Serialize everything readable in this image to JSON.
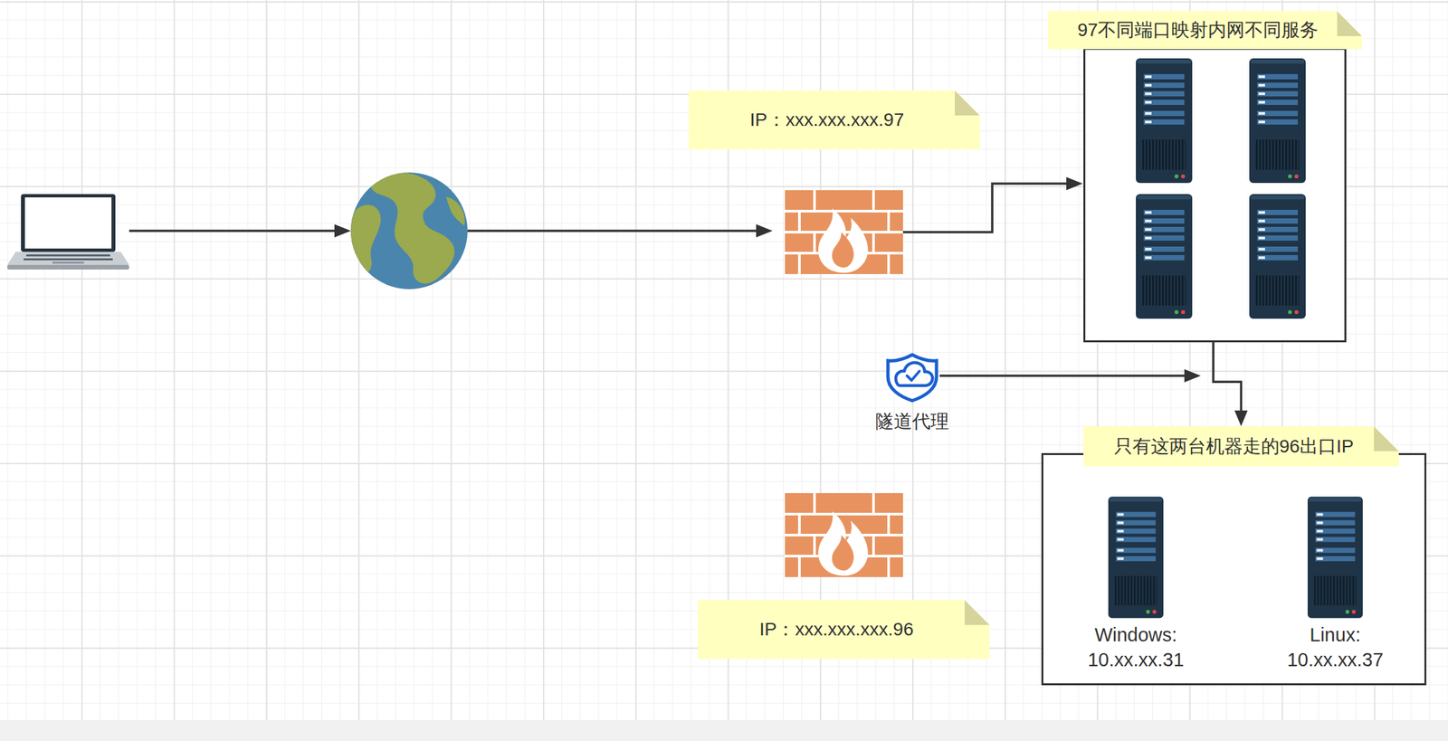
{
  "diagram": {
    "nodes": [
      {
        "text": [
          "97不同端口映射内网不同服务"
        ]
      },
      {
        "text": [
          "IP：xxx.xxx.xxx.97"
        ]
      },
      {
        "text": [
          "只有这两台机器走的96出口IP"
        ]
      },
      {
        "text": [
          "Windows: 10.xx.xx.31"
        ],
        "in": 2
      },
      {
        "text": [
          "Linux: 10.xx.xx.37"
        ],
        "in": 2
      },
      {
        "text": [
          "IP：xxx.xxx.xxx.96"
        ]
      }
    ],
    "edges": [
      {
        "from": 0,
        "to": 2,
        "arrow": "to"
      }
    ],
    "labels": [
      "隧道代理"
    ]
  }
}
